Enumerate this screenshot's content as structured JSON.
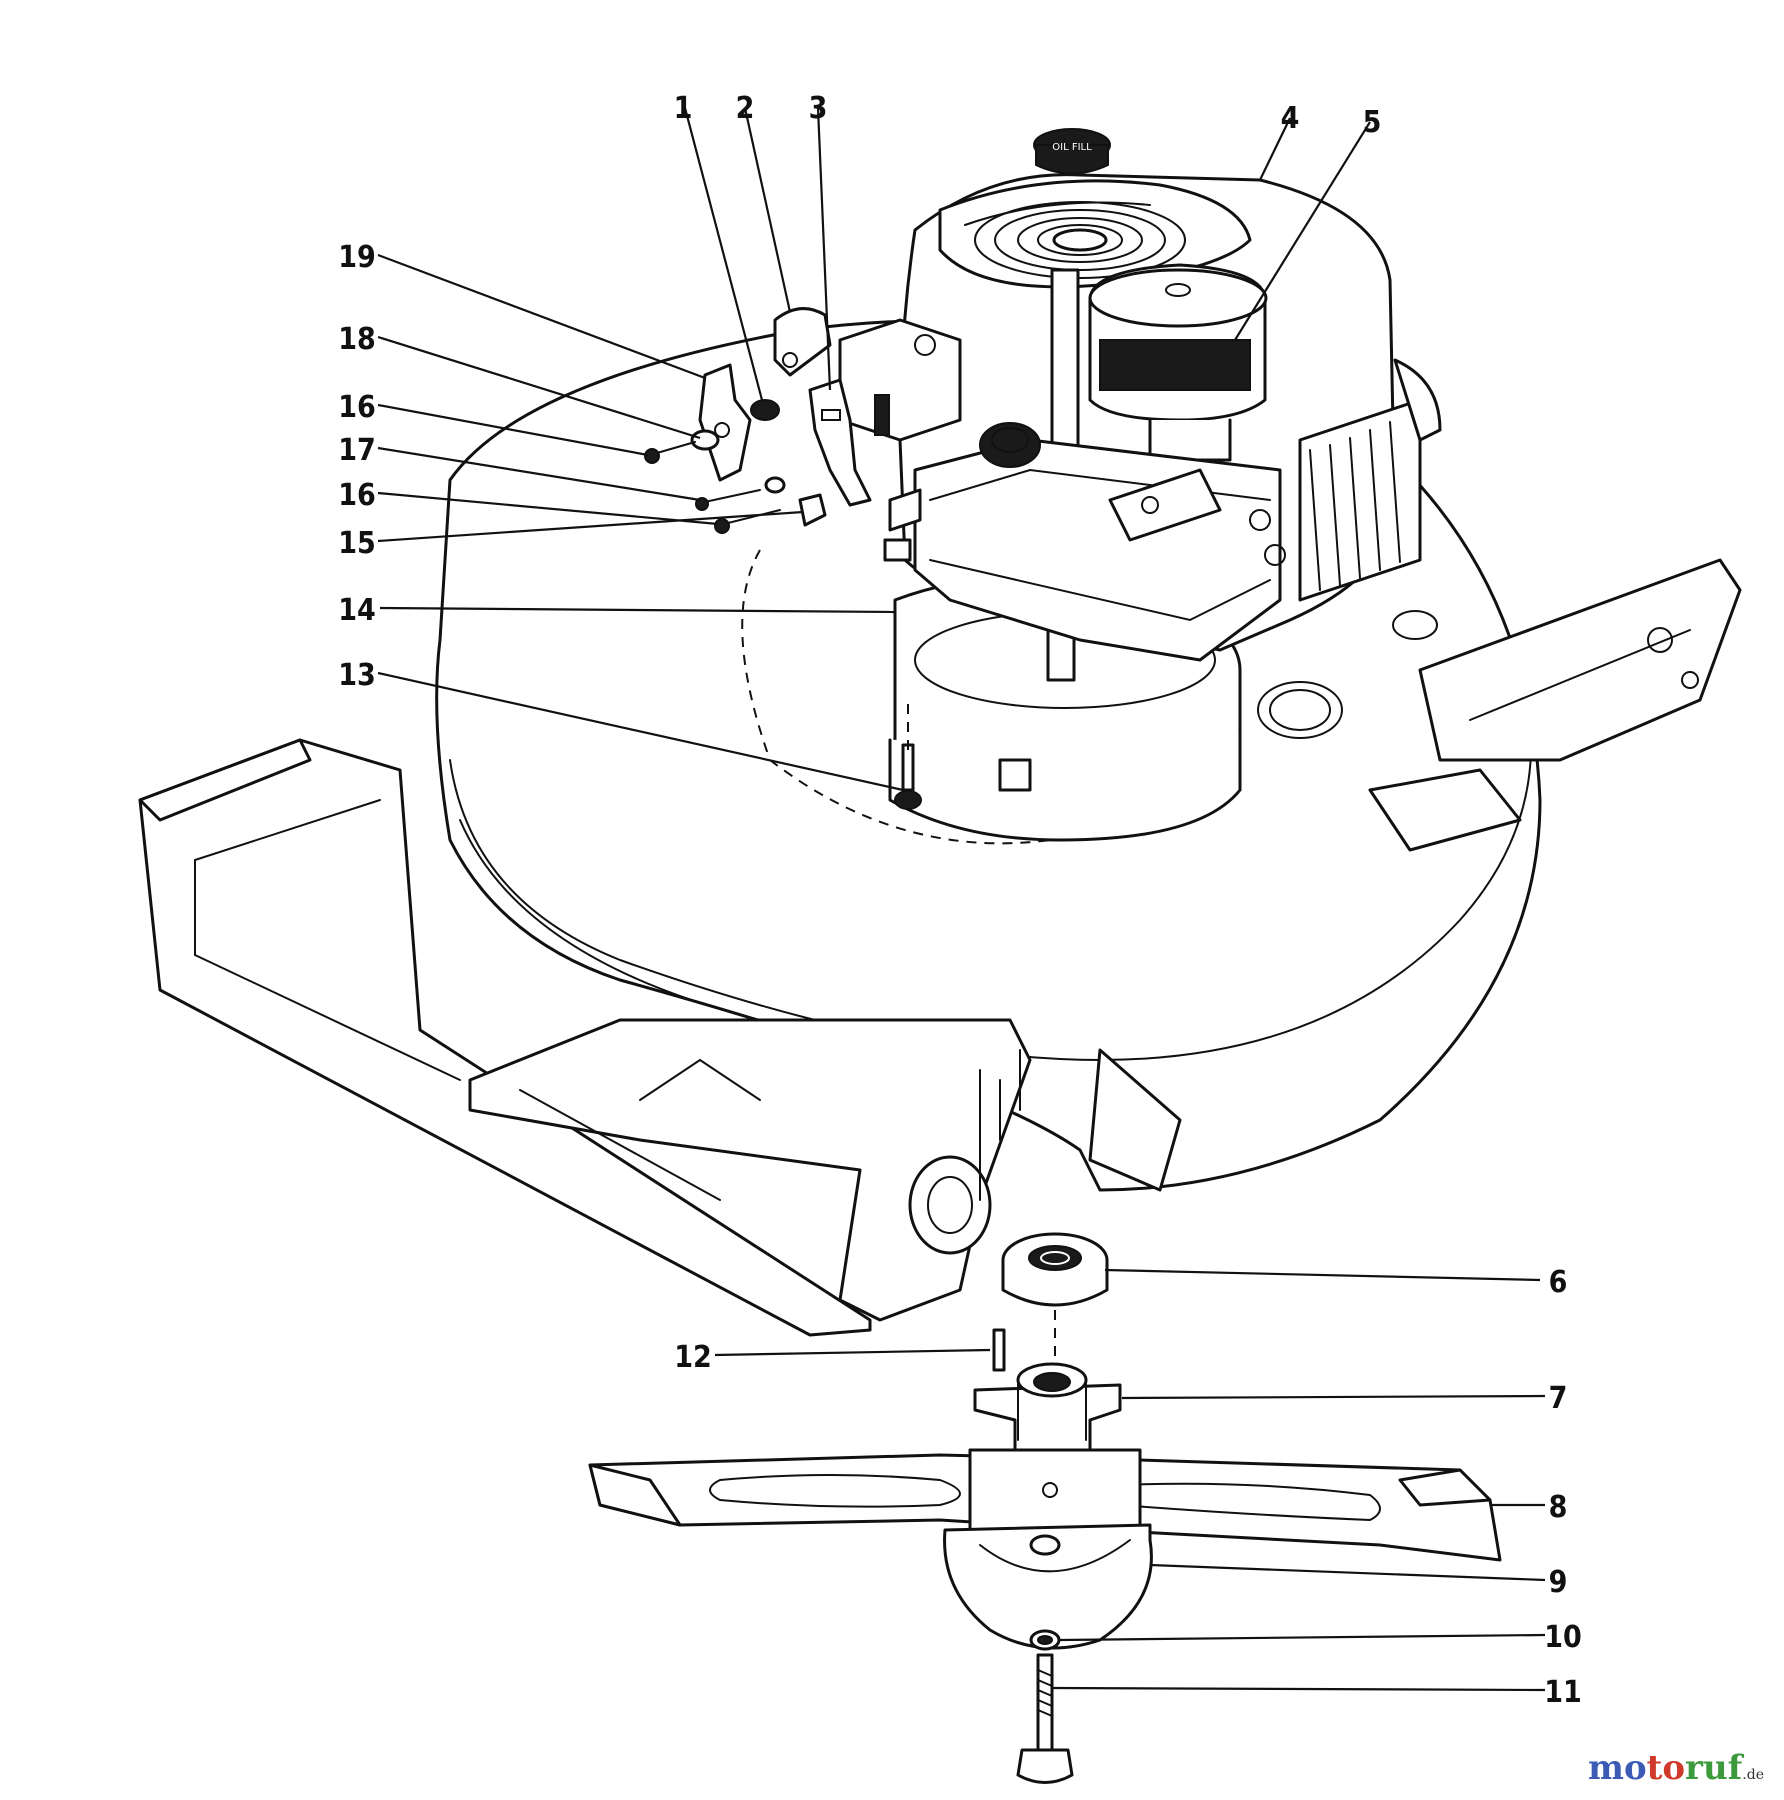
{
  "diagram": {
    "callouts": [
      {
        "number": "1"
      },
      {
        "number": "2"
      },
      {
        "number": "3"
      },
      {
        "number": "4"
      },
      {
        "number": "5"
      },
      {
        "number": "6"
      },
      {
        "number": "7"
      },
      {
        "number": "8"
      },
      {
        "number": "9"
      },
      {
        "number": "10"
      },
      {
        "number": "11"
      },
      {
        "number": "12"
      },
      {
        "number": "13"
      },
      {
        "number": "14"
      },
      {
        "number": "15"
      },
      {
        "number": "16"
      },
      {
        "number": "16"
      },
      {
        "number": "17"
      },
      {
        "number": "18"
      },
      {
        "number": "19"
      }
    ],
    "cap_label": "OIL FILL"
  },
  "watermark": {
    "text": "motoruf",
    "suffix": ".de",
    "colors": [
      "#3b5bb5",
      "#d03a2a",
      "#3c9a3c"
    ]
  }
}
